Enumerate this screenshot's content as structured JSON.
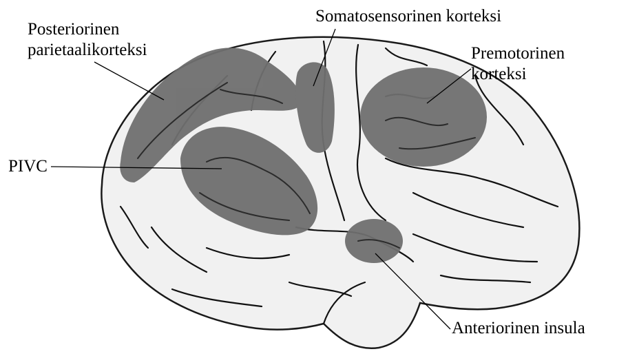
{
  "labels": {
    "posterior_line1": "Posteriorinen",
    "posterior_line2": "parietaalikorteksi",
    "somatosensory": "Somatosensorinen korteksi",
    "premotor_line1": "Premotorinen",
    "premotor_line2": "korteksi",
    "pivc": "PIVC",
    "anterior_insula": "Anteriorinen insula"
  },
  "colors": {
    "brain_fill": "#f1f1f1",
    "brain_outline": "#1a1a1a",
    "sulcus": "#111111",
    "highlight_region": "#6f6f6f"
  }
}
